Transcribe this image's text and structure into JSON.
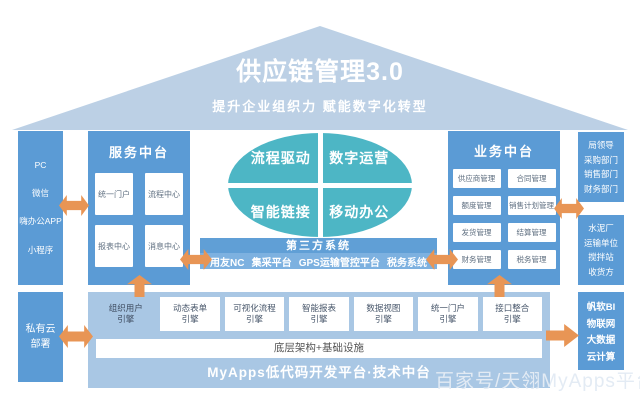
{
  "colors": {
    "primary_blue": "#5b9bd5",
    "roof_blue": "#bcd0e5",
    "band_blue": "#a9c7e4",
    "teal": "#4db6c5",
    "third_party_title_blue": "#609fd6",
    "third_party_items_blue": "#7db1e0",
    "arrow_orange": "#e89555"
  },
  "roof": {
    "title": "供应链管理3.0",
    "subtitle": "提升企业组织力 赋能数字化转型"
  },
  "access_channels": {
    "items": [
      "PC",
      "微信",
      "嗨办公APP",
      "小程序"
    ]
  },
  "service_platform": {
    "title": "服务中台",
    "boxes": [
      "统一门户",
      "流程中心",
      "报表中心",
      "消息中心"
    ]
  },
  "core_capabilities": {
    "quadrants": [
      "流程驱动",
      "数字运营",
      "智能链接",
      "移动办公"
    ]
  },
  "third_party": {
    "title": "第三方系统",
    "items": [
      "用友NC",
      "集采平台",
      "GPS运输管控平台",
      "税务系统"
    ]
  },
  "business_platform": {
    "title": "业务中台",
    "boxes": [
      "供应商管理",
      "合同管理",
      "额度管理",
      "销售计划管理",
      "发货管理",
      "结算管理",
      "财务管理",
      "税务管理"
    ]
  },
  "internal_roles": {
    "items": [
      "局领导",
      "采购部门",
      "销售部门",
      "财务部门"
    ]
  },
  "external_parties": {
    "items": [
      "水泥厂",
      "运输单位",
      "搅拌站",
      "收货方"
    ]
  },
  "private_cloud": {
    "label": "私有云部署"
  },
  "engines": {
    "items": [
      {
        "line1": "组织用户",
        "line2": "引擎"
      },
      {
        "line1": "动态表单",
        "line2": "引擎"
      },
      {
        "line1": "可视化流程",
        "line2": "引擎"
      },
      {
        "line1": "智能报表",
        "line2": "引擎"
      },
      {
        "line1": "数据视图",
        "line2": "引擎"
      },
      {
        "line1": "统一门户",
        "line2": "引擎"
      },
      {
        "line1": "接口整合",
        "line2": "引擎"
      }
    ]
  },
  "infrastructure": {
    "label": "底层架构+基础设施"
  },
  "tech_platform": {
    "label": "MyApps低代码开发平台·技术中台"
  },
  "tech_stack": {
    "items": [
      "帆软BI",
      "物联网",
      "大数据",
      "云计算"
    ]
  },
  "watermark": {
    "text": "百家号/天翎MyApps平台"
  }
}
